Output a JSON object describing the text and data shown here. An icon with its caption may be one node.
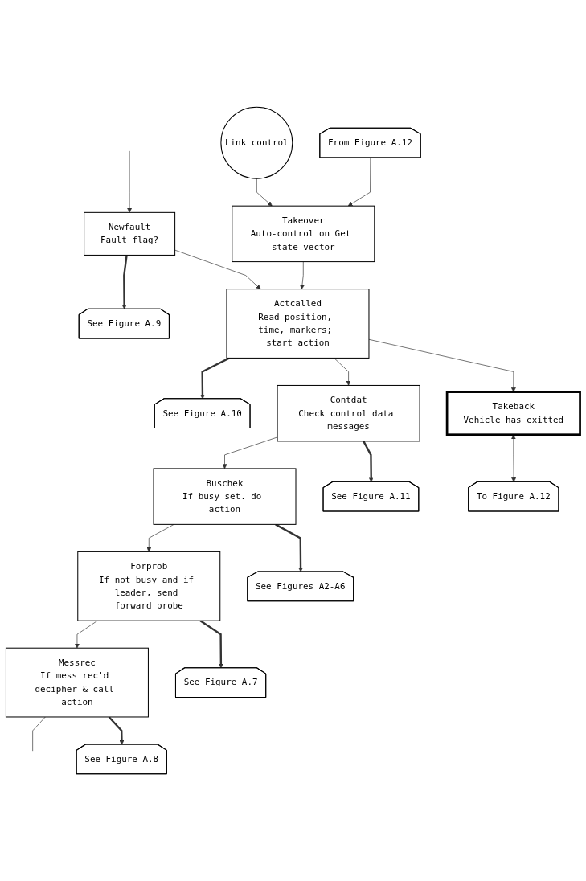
{
  "diagram": {
    "nodes": [
      {
        "text": [
          "Buschek",
          "If busy set. do action"
        ]
      },
      {
        "text": [
          "Forprob",
          "If not busy and if leader, send forward probe"
        ]
      },
      {
        "text": [
          "Messrec",
          "If mess rec'd decipher & call action"
        ]
      },
      {
        "text": [
          "See Figures A2-A6"
        ]
      },
      {
        "text": [
          "See Figure A.7"
        ]
      },
      {
        "text": [
          "See Figure A.8"
        ]
      },
      {
        "text": [
          "See Figure A.11"
        ]
      },
      {
        "text": [
          "See Figure A.10"
        ]
      },
      {
        "text": [
          "See Figure A.9"
        ]
      },
      {
        "text": [
          "Contdat",
          "Check control data messages"
        ]
      },
      {
        "text": [
          "Actcalled",
          "Read position, time, markers; start action"
        ]
      },
      {
        "text": [
          "Newfault",
          "Fault flag?"
        ]
      },
      {
        "text": [
          "Link control"
        ]
      },
      {
        "text": [
          "Takeover",
          "Auto-control on Get state vector"
        ]
      },
      {
        "text": [
          "Takeback",
          "Vehicle has exitted"
        ]
      },
      {
        "text": [
          "From Figure A.12"
        ]
      },
      {
        "text": [
          "To Figure A.12"
        ]
      }
    ],
    "edges": [
      {
        "from": 9,
        "to": 0,
        "arrow": "to"
      },
      {
        "from": 0,
        "to": 1,
        "arrow": "to"
      },
      {
        "from": 1,
        "to": 2,
        "arrow": "to"
      },
      {
        "from": 2,
        "to": null,
        "arrow": "none"
      },
      {
        "from": 0,
        "to": 3,
        "arrow": "to",
        "style": "thick"
      },
      {
        "from": 1,
        "to": 4,
        "arrow": "to",
        "style": "thick"
      },
      {
        "from": 2,
        "to": 5,
        "arrow": "to",
        "style": "thick"
      },
      {
        "from": 9,
        "to": 6,
        "arrow": "to",
        "style": "thick"
      },
      {
        "from": 10,
        "to": 7,
        "arrow": "to",
        "style": "thick"
      },
      {
        "from": 11,
        "to": 8,
        "arrow": "to",
        "style": "thick"
      },
      {
        "from": null,
        "to": 11,
        "arrow": "to"
      },
      {
        "from": 11,
        "to": 10,
        "arrow": "to"
      },
      {
        "from": 10,
        "to": 9,
        "arrow": "to"
      },
      {
        "from": 13,
        "to": 10,
        "arrow": "to"
      },
      {
        "from": 10,
        "to": 14,
        "arrow": "to"
      },
      {
        "from": 12,
        "to": 13,
        "arrow": "to"
      },
      {
        "from": 15,
        "to": 13,
        "arrow": "to"
      },
      {
        "from": 14,
        "to": 16,
        "arrow": "both"
      }
    ]
  }
}
